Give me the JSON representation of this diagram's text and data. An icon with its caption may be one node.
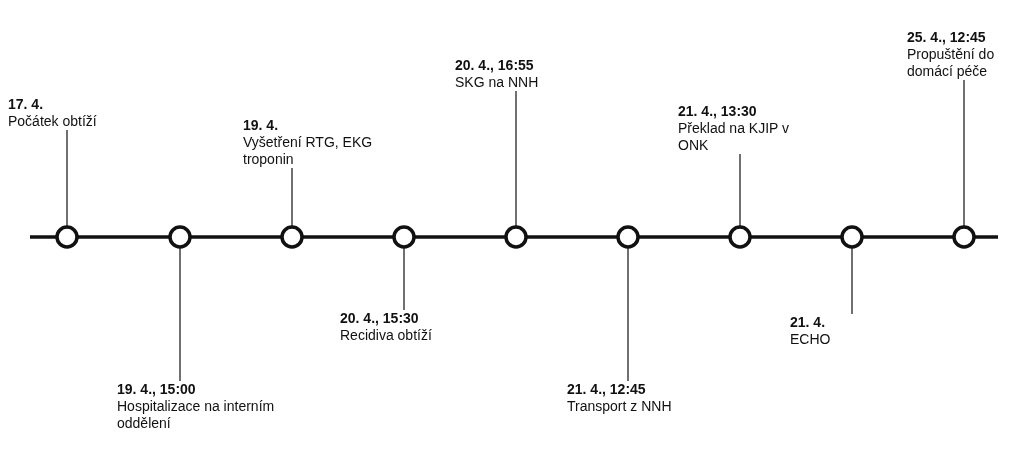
{
  "diagram": {
    "nodes": [
      {
        "text": [
          "17. 4.",
          "Počátek obtíží"
        ]
      },
      {
        "text": [
          "19. 4., 15:00",
          "Hospitalizace na interním oddělení"
        ]
      },
      {
        "text": [
          "19. 4.",
          "Vyšetření RTG, EKG troponin"
        ]
      },
      {
        "text": [
          "20. 4., 15:30",
          "Recidiva obtíží"
        ]
      },
      {
        "text": [
          "20. 4., 16:55",
          "SKG na NNH"
        ]
      },
      {
        "text": [
          "21. 4., 12:45",
          "Transport z NNH"
        ]
      },
      {
        "text": [
          "21. 4., 13:30",
          "Překlad na KJIP v ONK"
        ]
      },
      {
        "text": [
          "21. 4.",
          "ECHO"
        ]
      },
      {
        "text": [
          "25. 4., 12:45",
          "Propuštění do domácí péče"
        ]
      },
      {
        "text": [],
        "shape": "circle"
      },
      {
        "text": [],
        "shape": "circle"
      },
      {
        "text": [],
        "shape": "circle"
      },
      {
        "text": [],
        "shape": "circle"
      },
      {
        "text": [],
        "shape": "circle"
      },
      {
        "text": [],
        "shape": "circle"
      },
      {
        "text": [],
        "shape": "circle"
      },
      {
        "text": [],
        "shape": "circle"
      },
      {
        "text": [],
        "shape": "circle"
      }
    ],
    "edges": [
      {
        "from": null,
        "to": 9,
        "arrow": "none"
      },
      {
        "from": 9,
        "to": 10,
        "arrow": "none"
      },
      {
        "from": 10,
        "to": 11,
        "arrow": "none"
      },
      {
        "from": 11,
        "to": 12,
        "arrow": "none"
      },
      {
        "from": 12,
        "to": 13,
        "arrow": "none"
      },
      {
        "from": 13,
        "to": 14,
        "arrow": "none"
      },
      {
        "from": 14,
        "to": 15,
        "arrow": "none"
      },
      {
        "from": 15,
        "to": 16,
        "arrow": "none"
      },
      {
        "from": 16,
        "to": 17,
        "arrow": "none"
      },
      {
        "from": 17,
        "to": null,
        "arrow": "none"
      },
      {
        "from": 0,
        "to": 9,
        "arrow": "none"
      },
      {
        "from": 1,
        "to": 10,
        "arrow": "none"
      },
      {
        "from": 2,
        "to": 11,
        "arrow": "none"
      },
      {
        "from": 3,
        "to": 12,
        "arrow": "none"
      },
      {
        "from": 4,
        "to": 13,
        "arrow": "none"
      },
      {
        "from": 5,
        "to": 14,
        "arrow": "none"
      },
      {
        "from": 6,
        "to": 15,
        "arrow": "none"
      },
      {
        "from": 7,
        "to": 16,
        "arrow": "none"
      },
      {
        "from": 8,
        "to": 17,
        "arrow": "none"
      }
    ]
  }
}
